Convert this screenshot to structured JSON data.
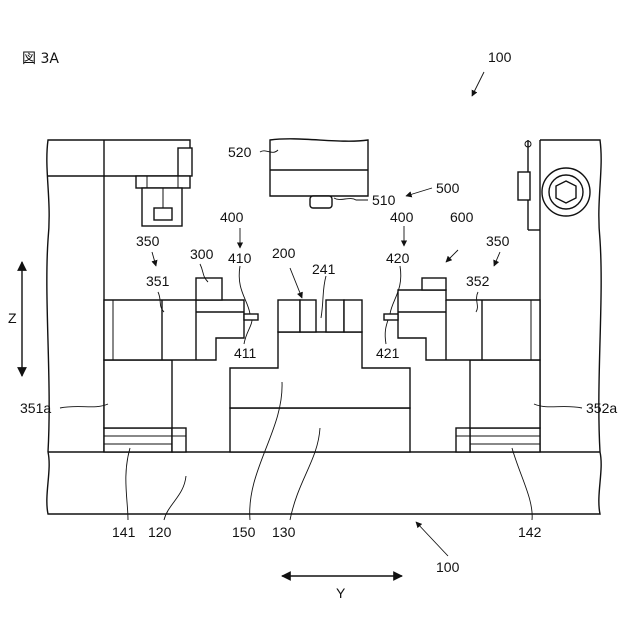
{
  "figure": {
    "title": "図 3A"
  },
  "labels": {
    "l100_top": "100",
    "l520": "520",
    "l510": "510",
    "l500": "500",
    "l400_left": "400",
    "l400_right": "400",
    "l600": "600",
    "l350_left": "350",
    "l350_right": "350",
    "l300": "300",
    "l410": "410",
    "l200": "200",
    "l241": "241",
    "l420": "420",
    "l351": "351",
    "l352": "352",
    "l411": "411",
    "l421": "421",
    "l351a": "351a",
    "l352a": "352a",
    "l141": "141",
    "l120": "120",
    "l150": "150",
    "l130": "130",
    "l142": "142",
    "l100_bottom": "100"
  },
  "axes": {
    "z": "Z",
    "y": "Y"
  }
}
